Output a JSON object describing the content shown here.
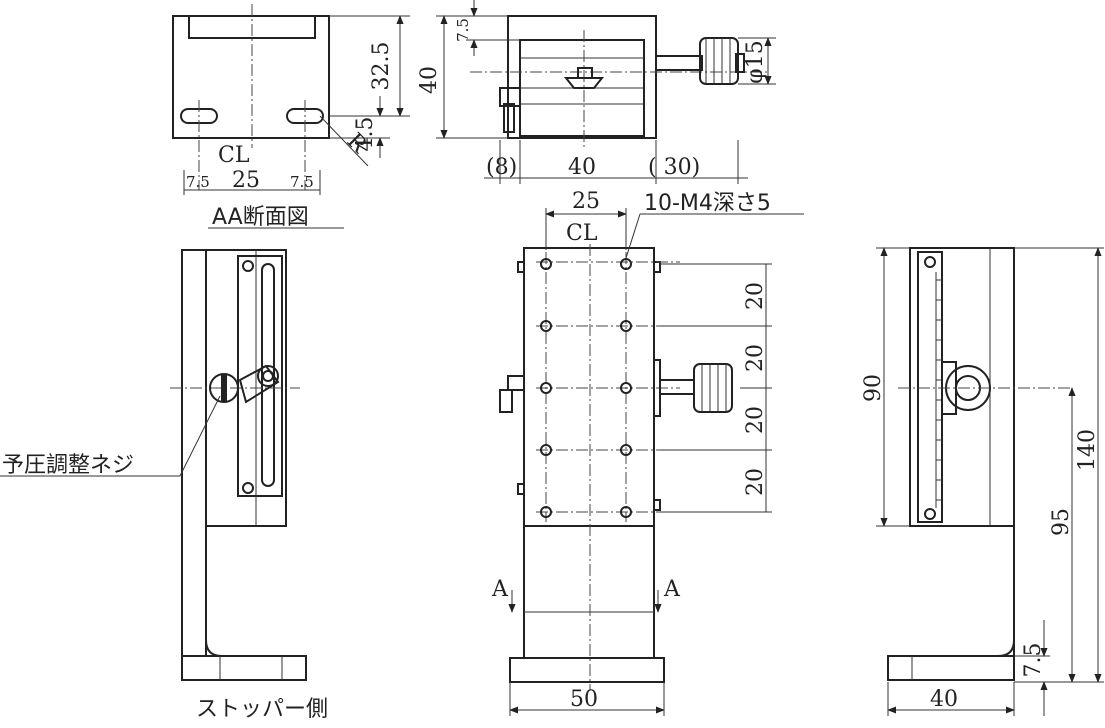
{
  "labels": {
    "cl_top": "CL",
    "cl_front": "CL",
    "section_title": "AA断面図",
    "thread_note": "10-M4深さ5",
    "preload_screw": "予圧調整ネジ",
    "stopper_side": "ストッパー側",
    "section_mark_left": "A",
    "section_mark_right": "A",
    "radius": "R"
  },
  "dimensions": {
    "aa_height": "32.5",
    "aa_slot_height": "4.5",
    "aa_left": "7.5",
    "aa_mid": "25",
    "aa_right": "7.5",
    "top_offset": "7.5",
    "top_height": "40",
    "knob_dia": "φ15",
    "top_left": "(8)",
    "top_width": "40",
    "top_knob": "( 30)",
    "front_hole_spacing": "25",
    "pitch1": "20",
    "pitch2": "20",
    "pitch3": "20",
    "pitch4": "20",
    "base_width": "50",
    "right_travel": "90",
    "right_total": "140",
    "right_center": "95",
    "right_base": "7.5",
    "right_width": "40"
  }
}
